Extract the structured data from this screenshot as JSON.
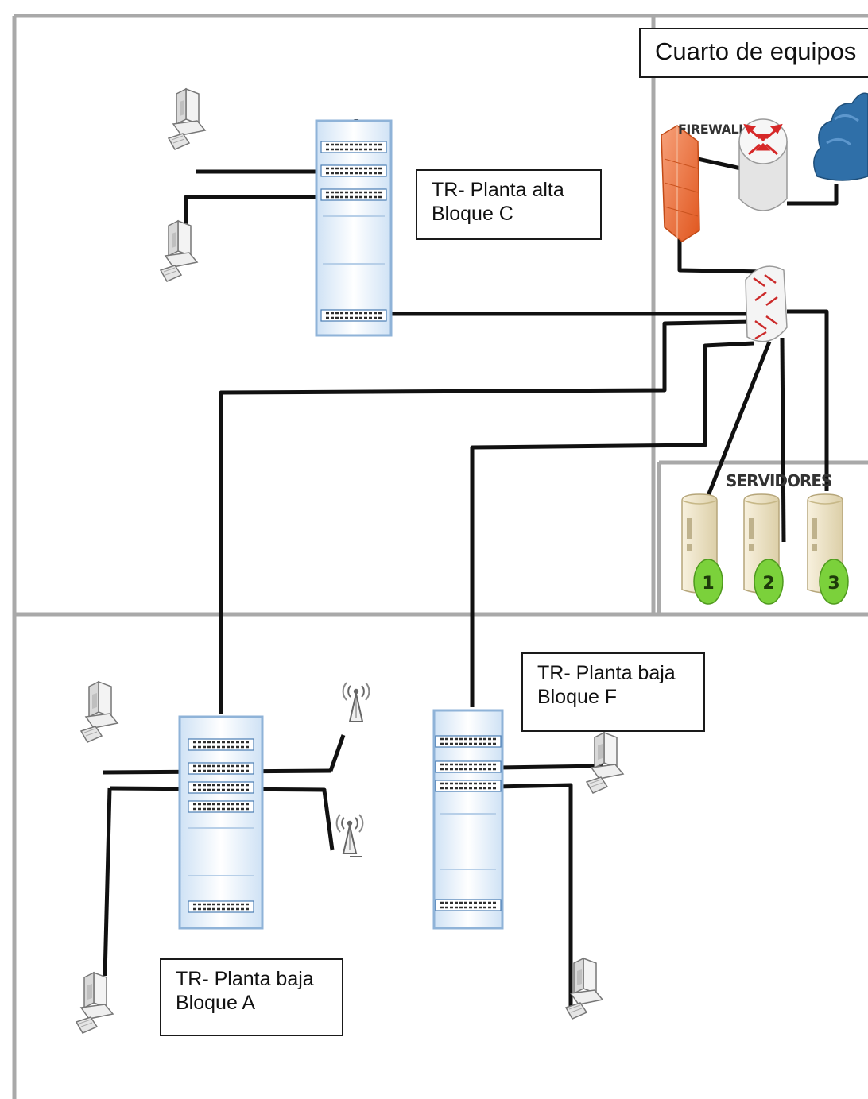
{
  "labels": {
    "room_title": "Cuarto de equipos",
    "tr_c_line1": "TR- Planta alta",
    "tr_c_line2": "Bloque C",
    "tr_f_line1": "TR- Planta baja",
    "tr_f_line2": "Bloque F",
    "tr_a_line1": "TR- Planta baja",
    "tr_a_line2": "Bloque A",
    "firewall": "FIREWALL",
    "servers_heading": "SERVIDORES",
    "server_1": "1",
    "server_2": "2",
    "server_3": "3"
  },
  "icons": {
    "firewall": "firewall-icon",
    "router": "router-icon",
    "cloud": "internet-cloud-icon",
    "core_switch": "core-switch-icon",
    "rack": "rack-icon",
    "computer": "computer-icon",
    "access_point": "wireless-access-point-icon",
    "server": "server-icon"
  },
  "colors": {
    "wall": "#a9a9a9",
    "cable": "#111111",
    "rack_frame": "#9fc3e6",
    "firewall": "#e8703a",
    "cloud": "#2f6fa8",
    "server_badge": "#7bd13b",
    "server_body": "#efe4c6"
  }
}
